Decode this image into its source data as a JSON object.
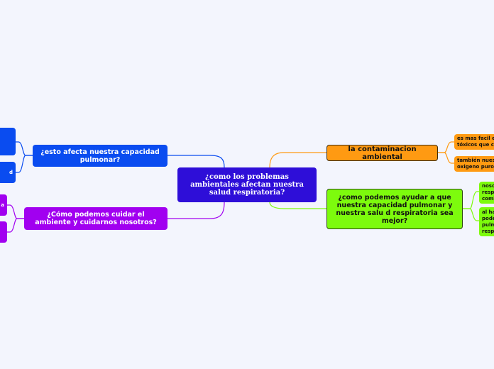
{
  "colors": {
    "background": "#f3f5fd",
    "central": "#2e0ed8",
    "blue": "#0a4cf0",
    "purple": "#a100f0",
    "orange": "#ff9a12",
    "green": "#7dfb0d"
  },
  "central": {
    "text": "¿como los problemas ambientales afectan nuestra salud respiratoria?"
  },
  "left_topics": [
    {
      "text": "¿esto afecta nuestra capacidad pulmonar?",
      "children": [
        "",
        "d"
      ]
    },
    {
      "text": "¿Cómo podemos cuidar el ambiente y cuidarnos nosotros?",
      "children": [
        "a",
        ""
      ]
    }
  ],
  "right_topics": [
    {
      "text": "la contaminacion ambiental",
      "children": [
        [
          "es mas facil e",
          "tóxicos que c"
        ],
        [
          "también nues",
          "oxigeno puro"
        ]
      ]
    },
    {
      "text": "¿como podemos ayudar a que nuestra capacidad pulmonar y nuestra salu d respiratoria sea mejor?",
      "children": [
        [
          "noso",
          "resp",
          "comi"
        ],
        [
          "al ha",
          "pode",
          "pulm",
          "resp"
        ]
      ]
    }
  ]
}
